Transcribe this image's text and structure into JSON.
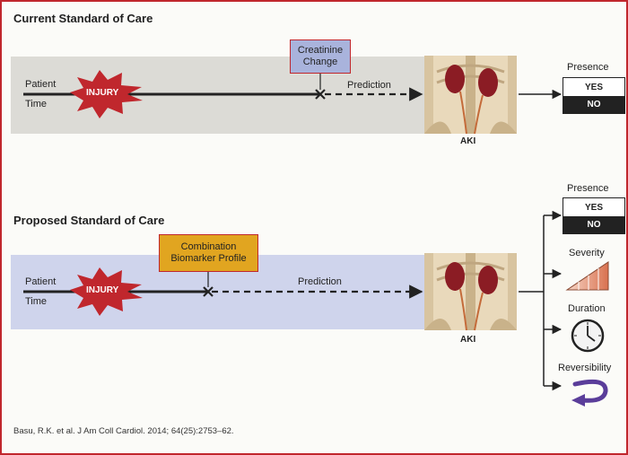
{
  "current": {
    "title": "Current Standard of Care",
    "patient": "Patient",
    "time": "Time",
    "injury": "INJURY",
    "marker": "Creatinine\nChange",
    "prediction": "Prediction",
    "aki": "AKI",
    "outcome": {
      "label": "Presence",
      "yes": "YES",
      "no": "NO"
    }
  },
  "proposed": {
    "title": "Proposed Standard of Care",
    "patient": "Patient",
    "time": "Time",
    "injury": "INJURY",
    "marker": "Combination\nBiomarker Profile",
    "prediction": "Prediction",
    "aki": "AKI",
    "outcomes": {
      "presence": {
        "label": "Presence",
        "yes": "YES",
        "no": "NO"
      },
      "severity": "Severity",
      "duration": "Duration",
      "reversibility": "Reversibility"
    }
  },
  "citation": "Basu, R.K. et al. J Am Coll Cardiol. 2014; 64(25):2753–62.",
  "colors": {
    "border": "#c0272d",
    "injury": "#c0272d",
    "current_band": "#dcdbd6",
    "proposed_band": "#cfd4ec",
    "creatinine_box": "#a9b3dc",
    "biomarker_box": "#e1a520",
    "kidney": "#8b1c24",
    "reversibility_arrow": "#5a3d9a"
  }
}
